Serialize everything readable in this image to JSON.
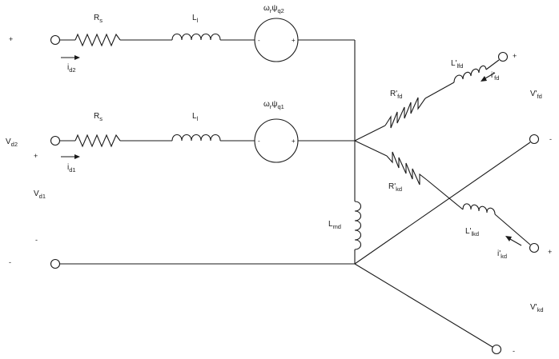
{
  "labels": {
    "rs": "R",
    "rs_sub": "s",
    "ll": "L",
    "ll_sub": "l",
    "src_q2_omega": "ω",
    "src_q2_r": "r",
    "src_q2_psi": "ψ",
    "src_q2_sub": "q2",
    "src_q1_omega": "ω",
    "src_q1_r": "r",
    "src_q1_psi": "ψ",
    "src_q1_sub": "q1",
    "id2": "i",
    "id2_sub": "d2",
    "id1": "i",
    "id1_sub": "d1",
    "vd2": "V",
    "vd2_sub": "d2",
    "vd1": "V",
    "vd1_sub": "d1",
    "lmd": "L",
    "lmd_sub": "md",
    "rfd": "R'",
    "rfd_sub": "fd",
    "llfd": "L'",
    "llfd_sub": "lfd",
    "ifd": "i'",
    "ifd_sub": "fd",
    "vfd": "V'",
    "vfd_sub": "fd",
    "rkd": "R'",
    "rkd_sub": "kd",
    "llkd": "L'",
    "llkd_sub": "lkd",
    "ikd": "i'",
    "ikd_sub": "kd",
    "vkd": "V'",
    "vkd_sub": "kd",
    "plus": "+",
    "minus": "-"
  }
}
